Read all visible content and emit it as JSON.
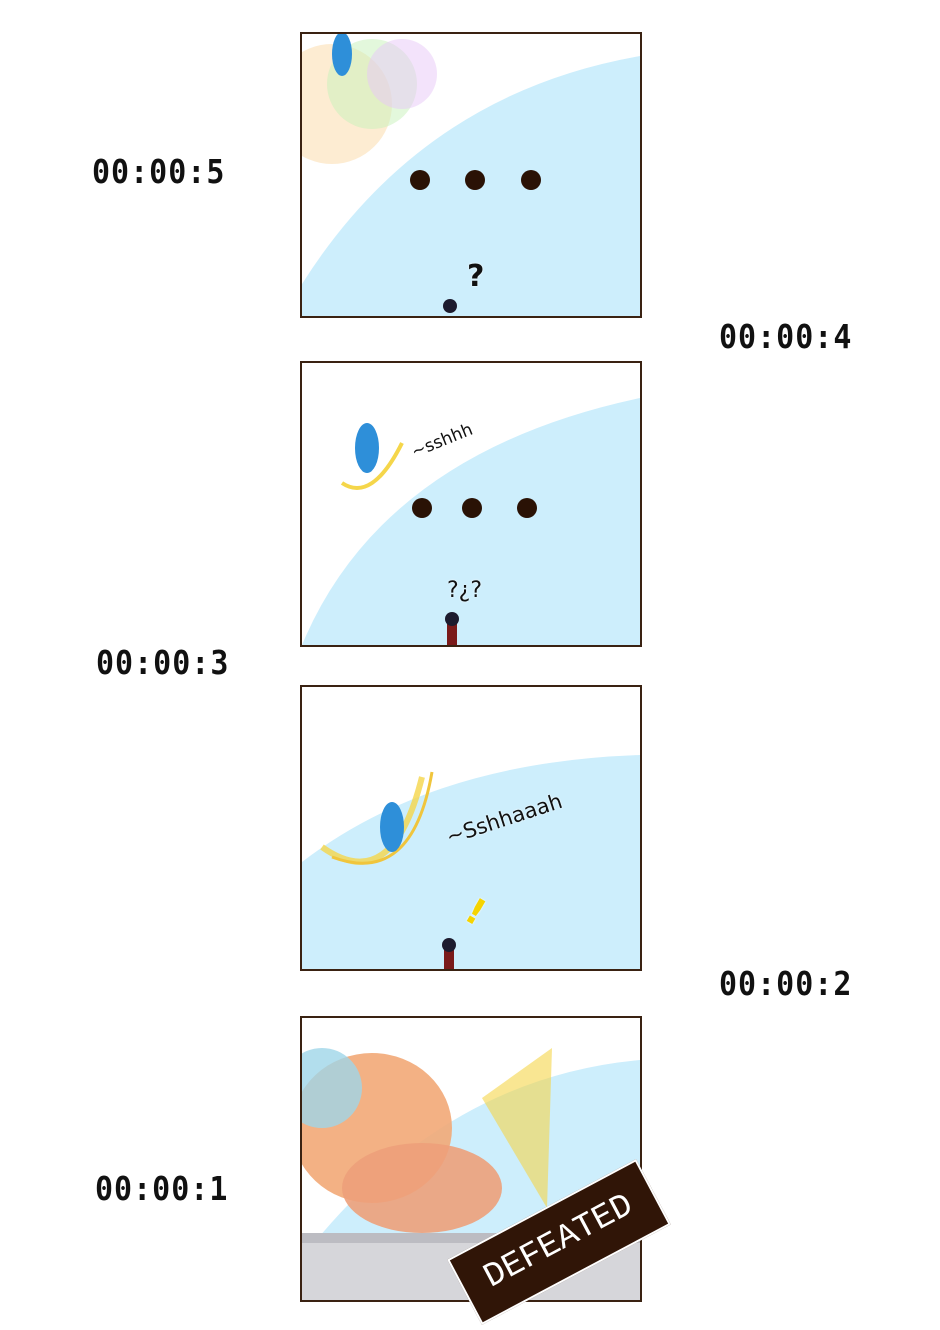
{
  "timers": [
    "00:00:5",
    "00:00:4",
    "00:00:3",
    "00:00:2",
    "00:00:1"
  ],
  "panels": [
    {
      "sfx": "",
      "marks": "?"
    },
    {
      "sfx": "~sshhh",
      "marks": "?¿?"
    },
    {
      "sfx": "~Sshhaaah",
      "marks": "!"
    },
    {
      "sfx": "",
      "marks": ""
    }
  ],
  "stamp": "DEFEATED",
  "colors": {
    "sky": "#cdeefc",
    "border": "#3a2212",
    "stamp": "#301507"
  }
}
